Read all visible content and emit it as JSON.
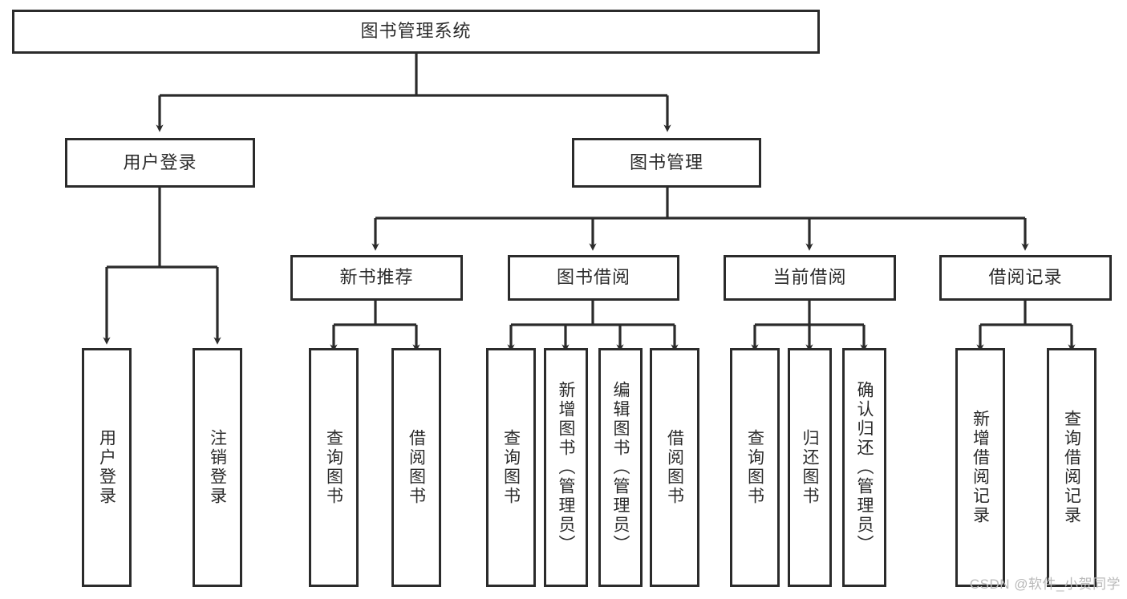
{
  "diagram": {
    "type": "tree-hierarchy-chart",
    "title": "图书管理系统",
    "watermark": "CSDN @软件_小贺同学",
    "colors": {
      "stroke": "#2b2b2b",
      "fill": "#ffffff",
      "text": "#2b2b2b",
      "watermark": "#b9b9b9"
    },
    "nodes": {
      "root": {
        "label": "图书管理系统"
      },
      "level1": [
        {
          "id": "user-login",
          "label": "用户登录"
        },
        {
          "id": "book-management",
          "label": "图书管理"
        }
      ],
      "level2": [
        {
          "id": "new-book-recommend",
          "label": "新书推荐"
        },
        {
          "id": "book-borrow",
          "label": "图书借阅"
        },
        {
          "id": "current-borrow",
          "label": "当前借阅"
        },
        {
          "id": "borrow-record",
          "label": "借阅记录"
        }
      ],
      "leaves": {
        "user-login": [
          {
            "id": "leaf-user-login",
            "label": "用户登录"
          },
          {
            "id": "leaf-logout-login",
            "label": "注销登录"
          }
        ],
        "new-book-recommend": [
          {
            "id": "leaf-query-book-1",
            "label": "查询图书"
          },
          {
            "id": "leaf-borrow-book-1",
            "label": "借阅图书"
          }
        ],
        "book-borrow": [
          {
            "id": "leaf-query-book-2",
            "label": "查询图书"
          },
          {
            "id": "leaf-add-book",
            "label": "新增图书（管理员）"
          },
          {
            "id": "leaf-edit-book",
            "label": "编辑图书（管理员）"
          },
          {
            "id": "leaf-borrow-book-2",
            "label": "借阅图书"
          }
        ],
        "current-borrow": [
          {
            "id": "leaf-query-book-3",
            "label": "查询图书"
          },
          {
            "id": "leaf-return-book",
            "label": "归还图书"
          },
          {
            "id": "leaf-confirm-return",
            "label": "确认归还（管理员）"
          }
        ],
        "borrow-record": [
          {
            "id": "leaf-add-borrow-record",
            "label": "新增借阅记录"
          },
          {
            "id": "leaf-query-borrow-record",
            "label": "查询借阅记录"
          }
        ]
      }
    }
  }
}
